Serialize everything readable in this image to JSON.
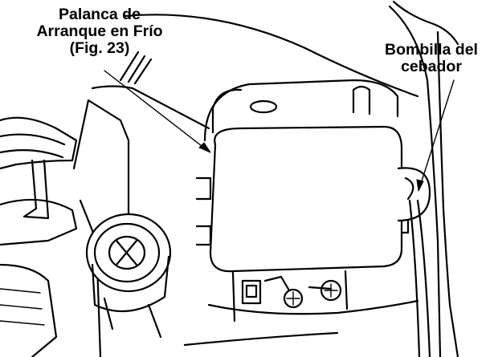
{
  "callouts": {
    "choke_lever": {
      "lines": [
        "Palanca de",
        "Arranque en Frío",
        "(Fig. 23)"
      ]
    },
    "primer_bulb": {
      "lines": [
        "Bombilla del",
        "cebador"
      ]
    }
  }
}
